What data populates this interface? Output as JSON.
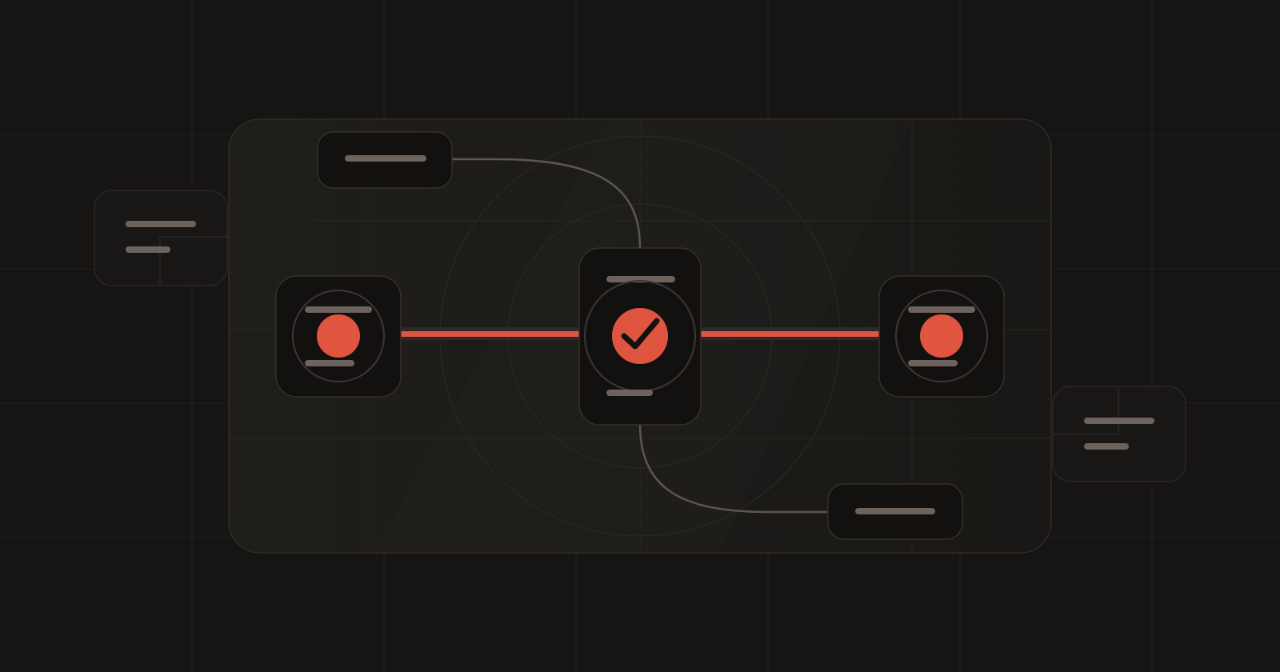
{
  "colors": {
    "background": "#171514",
    "panel": "#1d1c18",
    "panel_border": "#3a3531",
    "grid_line": "#232120",
    "node_fill": "#131110",
    "node_border": "#3a3532",
    "placeholder_bar": "#6e625d",
    "accent": "#e0553f",
    "connector": "#5e5652",
    "checkmark": "#141110"
  },
  "icons": {
    "center": "check-circle-icon",
    "left": "record-dot-icon",
    "right": "record-dot-icon"
  },
  "diagram": {
    "nodes": [
      "left-step",
      "center-step",
      "right-step"
    ],
    "cards": [
      "top-card",
      "bottom-card",
      "left-note-card",
      "right-note-card"
    ],
    "edges": [
      {
        "from": "left-step",
        "to": "center-step",
        "style": "accent"
      },
      {
        "from": "center-step",
        "to": "right-step",
        "style": "accent"
      },
      {
        "from": "top-card",
        "to": "center-step",
        "style": "connector"
      },
      {
        "from": "center-step",
        "to": "bottom-card",
        "style": "connector"
      }
    ]
  }
}
